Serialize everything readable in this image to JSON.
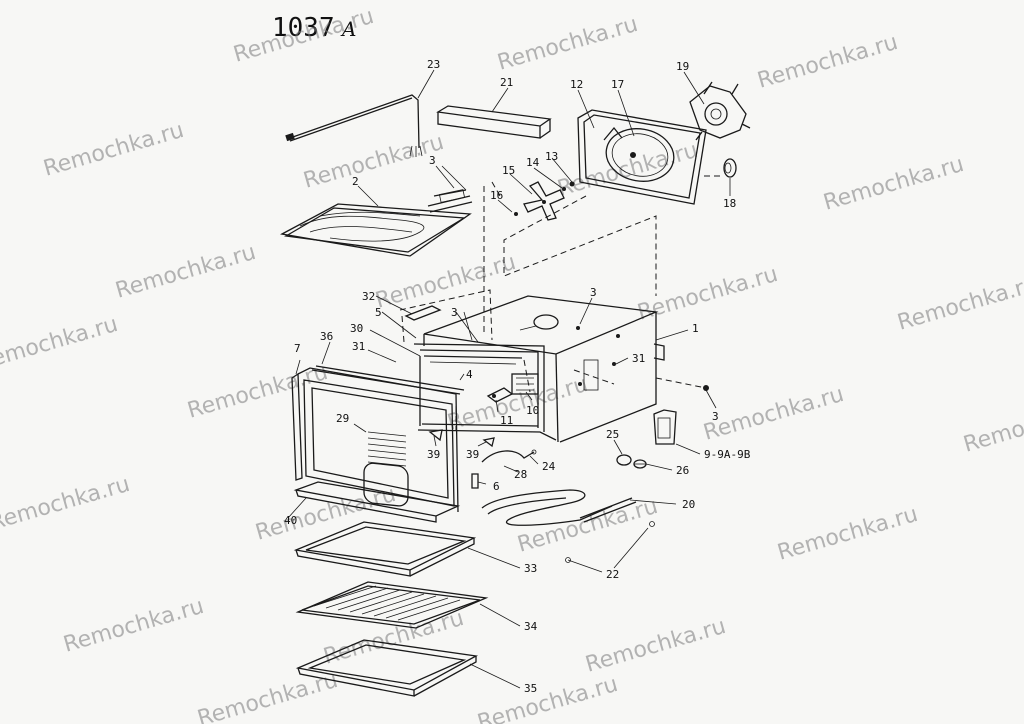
{
  "diagram": {
    "title": "1037",
    "title_suffix": "A",
    "watermark": "Remochka.ru",
    "callouts": {
      "n1": "1",
      "n2": "2",
      "n3a": "3",
      "n3b": "3",
      "n3c": "3",
      "n3d": "3",
      "n4": "4",
      "n5": "5",
      "n6": "6",
      "n7": "7",
      "n9": "9-9A-9B",
      "n10": "10",
      "n11": "11",
      "n12": "12",
      "n13": "13",
      "n14": "14",
      "n15": "15",
      "n16": "16",
      "n17": "17",
      "n18": "18",
      "n19": "19",
      "n20": "20",
      "n21": "21",
      "n22": "22",
      "n23": "23",
      "n24": "24",
      "n25": "25",
      "n26": "26",
      "n28": "28",
      "n29": "29",
      "n30": "30",
      "n31a": "31",
      "n31b": "31",
      "n32": "32",
      "n33": "33",
      "n34": "34",
      "n35": "35",
      "n36": "36",
      "n39a": "39",
      "n39b": "39",
      "n40": "40"
    }
  }
}
